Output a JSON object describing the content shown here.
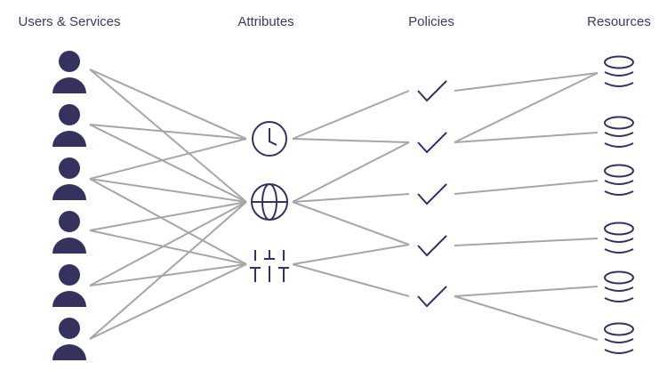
{
  "headers": {
    "users": "Users & Services",
    "attributes": "Attributes",
    "policies": "Policies",
    "resources": "Resources"
  },
  "colors": {
    "icon": "#36325e",
    "edge": "#a6a6a6",
    "text": "#3d3a5c"
  },
  "users": [
    {
      "icon": "user-icon"
    },
    {
      "icon": "user-icon"
    },
    {
      "icon": "user-icon"
    },
    {
      "icon": "user-icon"
    },
    {
      "icon": "user-icon"
    },
    {
      "icon": "user-icon"
    }
  ],
  "attributes": [
    {
      "icon": "clock-icon"
    },
    {
      "icon": "globe-icon"
    },
    {
      "icon": "sliders-icon"
    }
  ],
  "policies": [
    {
      "icon": "check-icon"
    },
    {
      "icon": "check-icon"
    },
    {
      "icon": "check-icon"
    },
    {
      "icon": "check-icon"
    },
    {
      "icon": "check-icon"
    }
  ],
  "resources": [
    {
      "icon": "database-icon"
    },
    {
      "icon": "database-icon"
    },
    {
      "icon": "database-icon"
    },
    {
      "icon": "database-icon"
    },
    {
      "icon": "database-icon"
    },
    {
      "icon": "database-icon"
    }
  ],
  "edges": {
    "user_to_attribute": [
      [
        0,
        0
      ],
      [
        0,
        1
      ],
      [
        1,
        0
      ],
      [
        1,
        1
      ],
      [
        2,
        0
      ],
      [
        2,
        1
      ],
      [
        2,
        2
      ],
      [
        3,
        1
      ],
      [
        3,
        2
      ],
      [
        4,
        1
      ],
      [
        4,
        2
      ],
      [
        5,
        1
      ],
      [
        5,
        2
      ]
    ],
    "attribute_to_policy": [
      [
        0,
        0
      ],
      [
        0,
        1
      ],
      [
        1,
        1
      ],
      [
        1,
        2
      ],
      [
        1,
        3
      ],
      [
        2,
        3
      ],
      [
        2,
        4
      ]
    ],
    "policy_to_resource": [
      [
        0,
        0
      ],
      [
        1,
        0
      ],
      [
        1,
        1
      ],
      [
        2,
        2
      ],
      [
        3,
        3
      ],
      [
        4,
        4
      ],
      [
        4,
        5
      ]
    ]
  }
}
